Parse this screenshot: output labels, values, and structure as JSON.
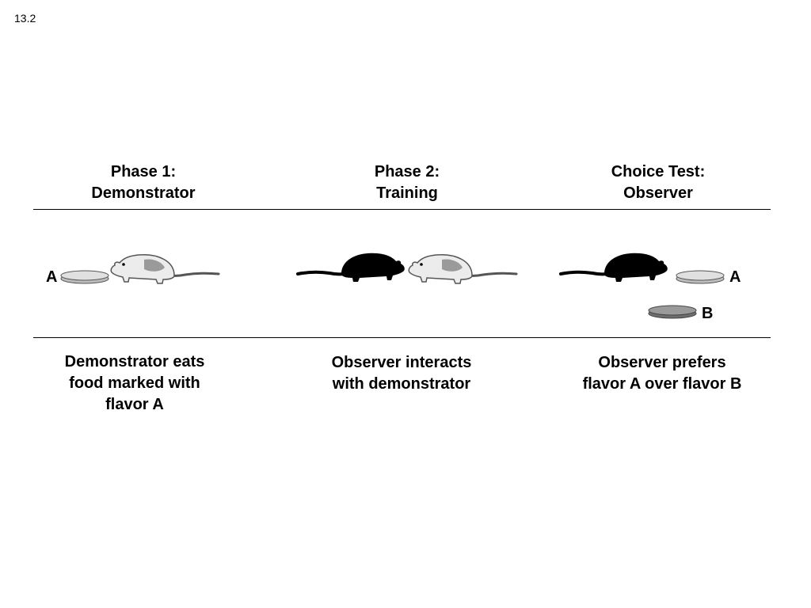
{
  "figure_number": "13.2",
  "phases": [
    {
      "title_line1": "Phase 1:",
      "title_line2": "Demonstrator",
      "caption_lines": [
        "Demonstrator eats",
        "food marked with",
        "flavor A"
      ]
    },
    {
      "title_line1": "Phase 2:",
      "title_line2": "Training",
      "caption_lines": [
        "Observer interacts",
        "with demonstrator"
      ]
    },
    {
      "title_line1": "Choice Test:",
      "title_line2": "Observer",
      "caption_lines": [
        "Observer prefers",
        "flavor A over flavor B"
      ]
    }
  ],
  "dish_labels": {
    "phase1": "A",
    "test_a": "A",
    "test_b": "B"
  },
  "colors": {
    "demonstrator_rat": "#e6e6e6",
    "observer_rat": "#000000",
    "flavor_a_dish": "#d9d9d9",
    "flavor_b_dish": "#8c8c8c"
  }
}
